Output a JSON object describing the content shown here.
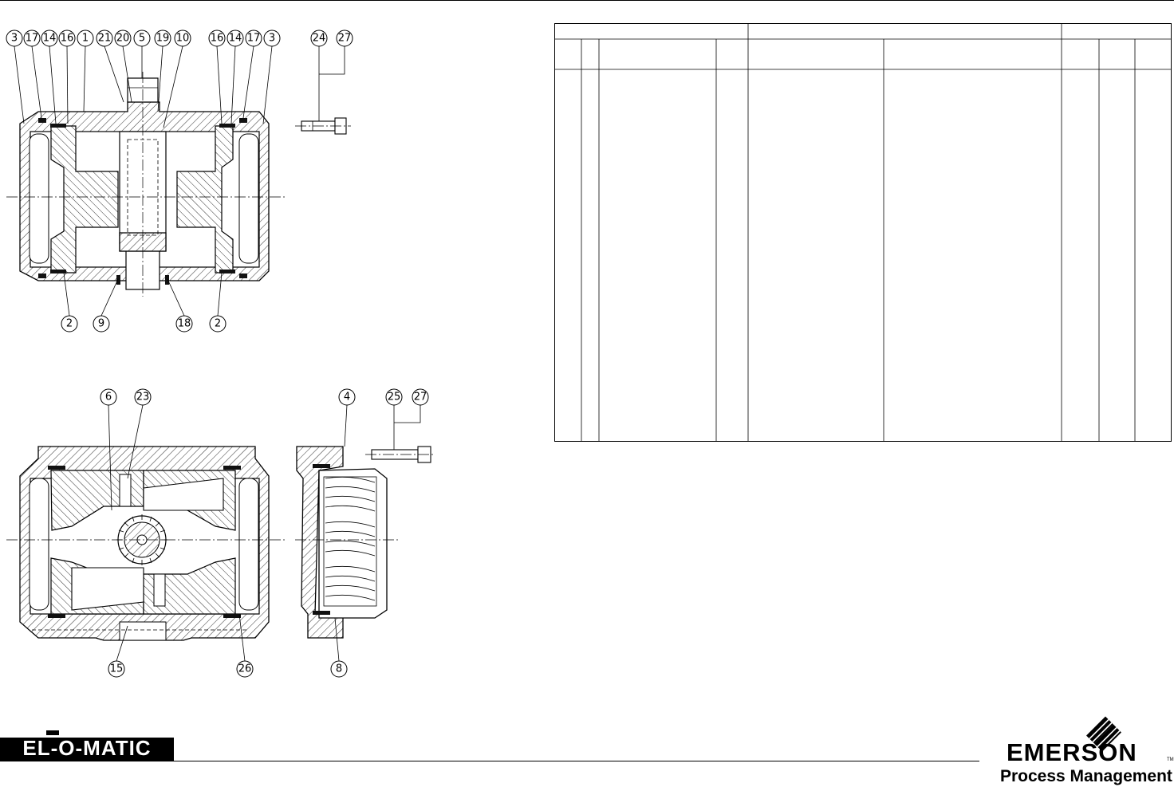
{
  "drawing": {
    "top_view_callouts": [
      "3",
      "17",
      "14",
      "16",
      "1",
      "21",
      "20",
      "5",
      "19",
      "10",
      "16",
      "14",
      "17",
      "3"
    ],
    "top_view_bottom_callouts": [
      "2",
      "9",
      "18",
      "2"
    ],
    "bolt_top_callouts": [
      "24",
      "27"
    ],
    "lower_view_callouts": [
      "6",
      "23"
    ],
    "lower_view_bottom_callouts": [
      "15",
      "26"
    ],
    "spring_view_callouts": [
      "4"
    ],
    "spring_view_bottom_callouts": [
      "8"
    ],
    "bolt_lower_callouts": [
      "25",
      "27"
    ]
  },
  "brand": {
    "left_logo": "EL-O-MATIC",
    "right_name": "EMERSON",
    "right_trademark": "TM",
    "right_division": "Process Management"
  },
  "colors": {
    "ink": "#000000",
    "paper": "#ffffff"
  }
}
